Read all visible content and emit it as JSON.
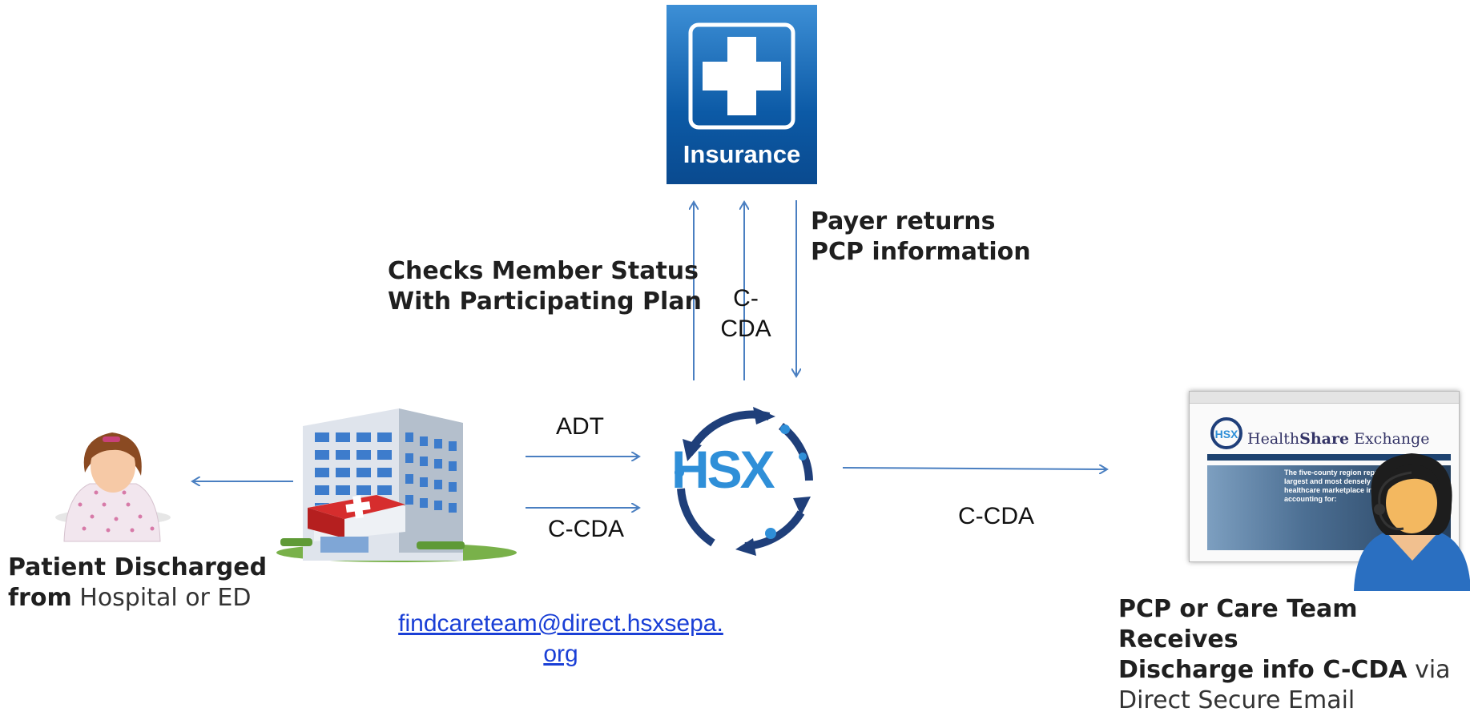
{
  "insurance": {
    "label": "Insurance"
  },
  "hsx": {
    "logo_text": "HSX"
  },
  "edges": {
    "checks_member_status": [
      "Checks Member Status",
      "With Participating Plan"
    ],
    "ccda_up": [
      "C-",
      "CDA"
    ],
    "payer_returns": [
      "Payer returns",
      "PCP information"
    ],
    "adt": "ADT",
    "ccda_left": "C-CDA",
    "ccda_right": "C-CDA"
  },
  "patient": {
    "bold1": "Patient Discharged",
    "bold2": "from",
    "light2": " Hospital or ED"
  },
  "hospital": {
    "direct_address_line1": "findcareteam@direct.hsxsepa.",
    "direct_address_line2": "org"
  },
  "pcp": {
    "line1_bold": "PCP or Care Team Receives",
    "line2_bold": "Discharge info C-CDA",
    "line2_light": " via",
    "line3_light": "Direct Secure Email"
  },
  "website": {
    "name_part1": "Health",
    "name_part2": "Share",
    "name_part3": " Exchange",
    "hero_lines": [
      "The five-county region represents the",
      "largest and most densely populated",
      "healthcare marketplace in the Comm",
      "accounting for:"
    ]
  },
  "colors": {
    "arrow": "#4a7fc1",
    "link": "#1a3fd6",
    "hsx_blue": "#2f8fd8",
    "hsx_navy": "#1f3f7a"
  }
}
